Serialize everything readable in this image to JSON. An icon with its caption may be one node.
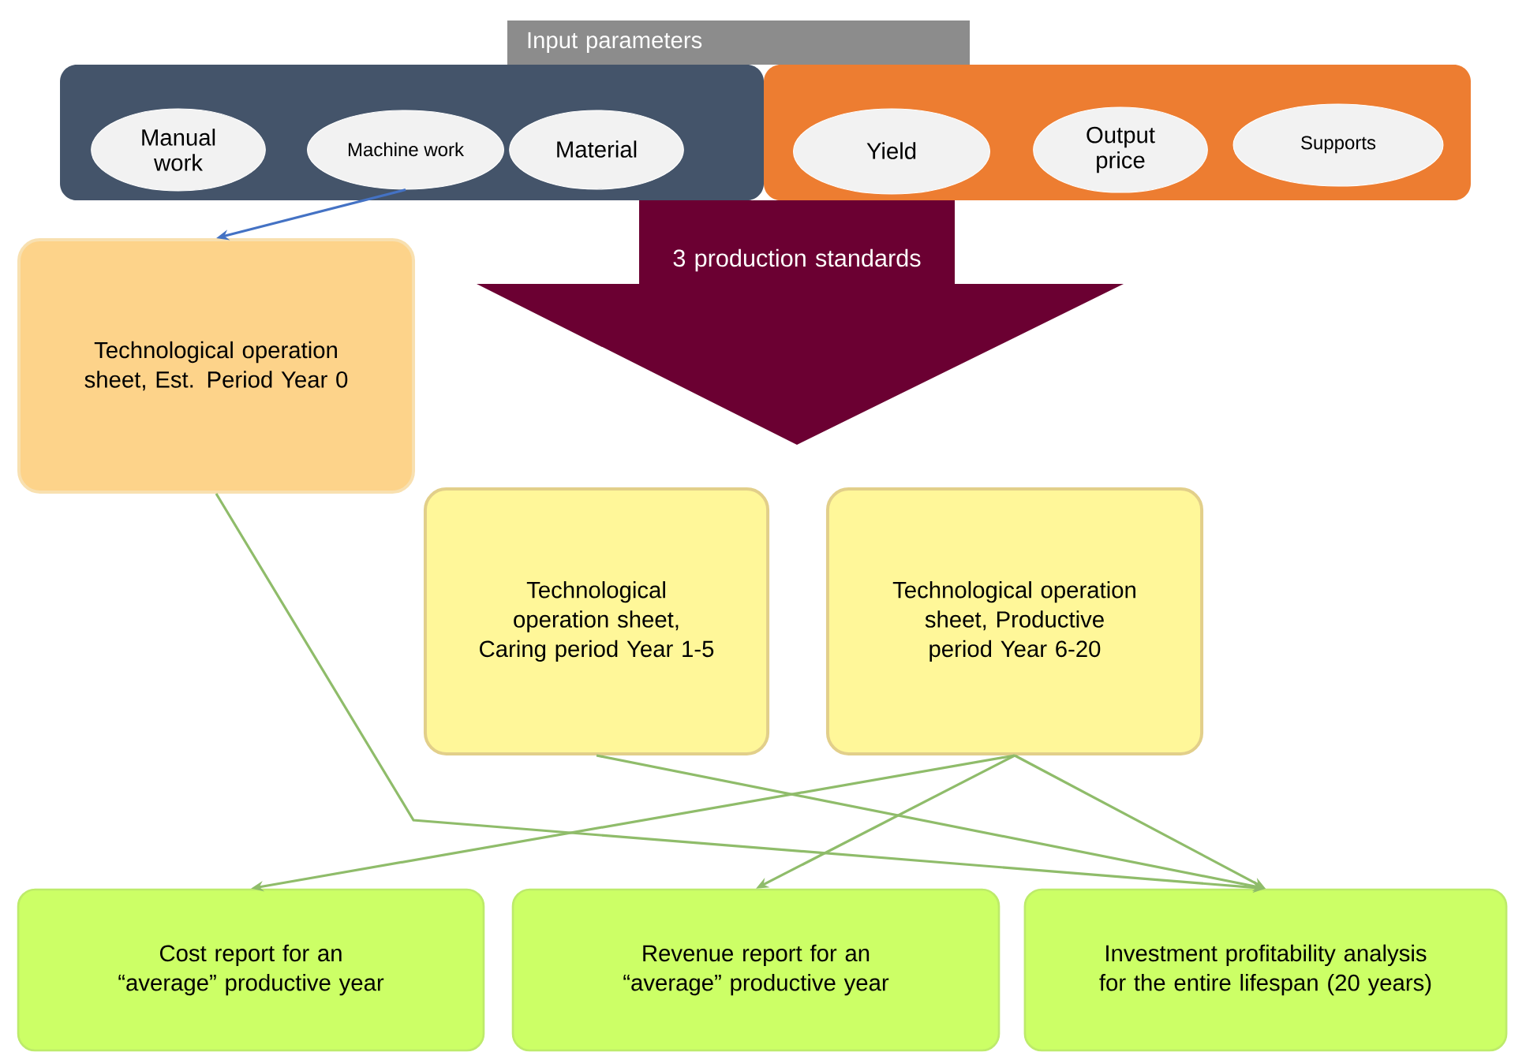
{
  "diagram": {
    "nodes": [
      {
        "text": [
          "Input parameters"
        ]
      },
      {
        "text": [],
        "shape": "box"
      },
      {
        "text": [
          "Manual work"
        ],
        "in": 1
      },
      {
        "text": [
          "Machine work"
        ],
        "in": 1
      },
      {
        "text": [
          "Material"
        ],
        "in": 1
      },
      {
        "text": [],
        "shape": "box"
      },
      {
        "text": [
          "Yield"
        ],
        "in": 5
      },
      {
        "text": [
          "Output price"
        ],
        "in": 5
      },
      {
        "text": [
          "Supports"
        ],
        "in": 5
      },
      {
        "text": [
          "3 production standards"
        ]
      },
      {
        "text": [
          "Technological operation sheet, Est. Period Year 0"
        ]
      },
      {
        "text": [
          "Technological operation sheet, Caring period Year 1-5"
        ]
      },
      {
        "text": [
          "Technological operation sheet, Productive period Year 6-20"
        ]
      },
      {
        "text": [
          "Cost report for an “average” productive year"
        ]
      },
      {
        "text": [
          "Revenue report for an “average” productive year"
        ]
      },
      {
        "text": [
          "Investment profitability analysis for the entire lifespan (20 years)"
        ]
      }
    ],
    "edges": [
      {
        "from": 3,
        "to": 10,
        "arrow": "to",
        "color": "#4472c4"
      },
      {
        "from": 10,
        "to": 15,
        "arrow": "to"
      },
      {
        "from": 11,
        "to": 15,
        "arrow": "to"
      },
      {
        "from": 12,
        "to": 13,
        "arrow": "to"
      },
      {
        "from": 12,
        "to": 14,
        "arrow": "to"
      },
      {
        "from": 12,
        "to": 15,
        "arrow": "to"
      }
    ]
  }
}
